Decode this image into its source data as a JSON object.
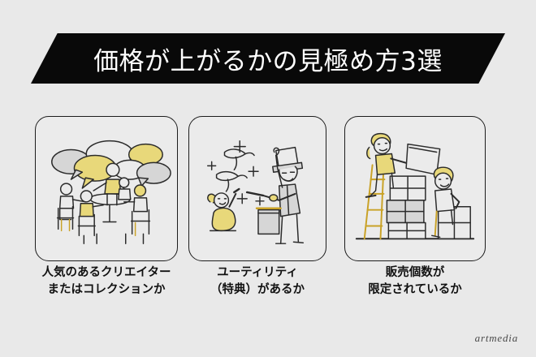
{
  "banner": {
    "title": "価格が上がるかの見極め方3選",
    "background_color": "#090909",
    "text_color": "#ffffff"
  },
  "page": {
    "background_color": "#e9e9e9",
    "accent_yellow": "#e8d87a",
    "line_color": "#1d1d1d"
  },
  "cards": [
    {
      "illustration_name": "people-at-table-with-speech-bubbles",
      "caption_line1": "人気のあるクリエイター",
      "caption_line2": "またはコレクションか"
    },
    {
      "illustration_name": "magician-with-doves-and-top-hat",
      "caption_line1": "ユーティリティ",
      "caption_line2": "（特典）があるか"
    },
    {
      "illustration_name": "people-stacking-boxes-on-ladder",
      "caption_line1": "販売個数が",
      "caption_line2": "限定されているか"
    }
  ],
  "watermark": {
    "text": "artmedia"
  }
}
